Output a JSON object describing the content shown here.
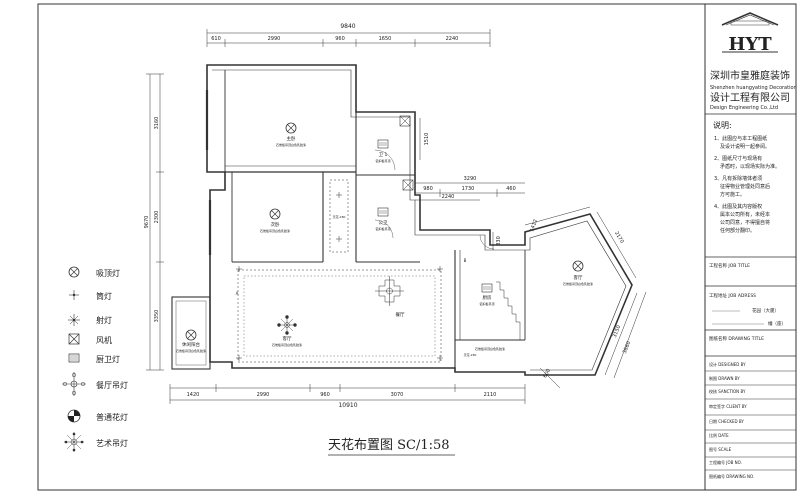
{
  "brand": {
    "logo": "HYT",
    "company_cn_1": "深圳市皇雅庭装饰",
    "company_en_1": "Shenzhen huangyating Decoration",
    "company_cn_2": "设计工程有限公司",
    "company_en_2": "Design Engineering Co.,Ltd"
  },
  "notes": {
    "heading": "说明:",
    "lines": [
      "1、此图应与本工程图纸",
      "及设计说明一起参阅。",
      "2、图纸尺寸与现场有",
      "矛盾时，以现场实际为准。",
      "3、凡有拆除墙体者须",
      "征得物业管理处同意后",
      "方可施工。",
      "4、此图及其内容版权",
      "属本公司所有，未经本",
      "公司同意，不得擅自将",
      "任何部分翻印。"
    ]
  },
  "title_block": {
    "project_title": "工程名称 JOB TITLE",
    "job_address": "工程地址 JOB ADRESS",
    "suffix1": "花园（大厦）",
    "suffix2": "幢（座）",
    "drawing_name": "图纸名称 DRAWING TITLE",
    "rows": [
      "设计 DESIGNED BY",
      "制图 DRAWN BY",
      "校核 SANCTION BY",
      "审定签字 CLIENT BY",
      "日期 CHECKED BY",
      "比例 DATE",
      "图号 SCALE",
      "工程编号 JOB NO.",
      "图纸编号 DRAWING NO."
    ]
  },
  "legend": [
    {
      "icon": "circle-x-icon",
      "label": "吸顶灯"
    },
    {
      "icon": "plus-cross-icon",
      "label": "筒灯"
    },
    {
      "icon": "star-cross-icon",
      "label": "射灯"
    },
    {
      "icon": "box-x-icon",
      "label": "风机"
    },
    {
      "icon": "bath-light-icon",
      "label": "厨卫灯"
    },
    {
      "icon": "dining-chandelier-icon",
      "label": "餐厅吊灯"
    },
    {
      "icon": "half-disk-icon",
      "label": "普通花灯"
    },
    {
      "icon": "art-chandelier-icon",
      "label": "艺术吊灯"
    }
  ],
  "plan": {
    "title": "天花布置图 SC/1:58",
    "top_total": "9840",
    "top_dims": [
      "610",
      "2990",
      "960",
      "1650",
      "2240"
    ],
    "mid_dims": [
      "3290",
      "980",
      "1730",
      "460"
    ],
    "dim_2240": "2240",
    "bottom_total": "10910",
    "bottom_dims": [
      "1420",
      "2990",
      "960",
      "3070",
      "2110"
    ],
    "left_total": "9670",
    "left_dims": [
      "3160",
      "2300",
      "3350"
    ],
    "right_dims": [
      "1510",
      "830",
      "1412",
      "2170",
      "3150",
      "3860",
      "600"
    ],
    "rooms": [
      {
        "name": "主卧",
        "note": "石膏板吊顶白色乳胶漆"
      },
      {
        "name": "次卧",
        "note": "石膏板吊顶白色乳胶漆"
      },
      {
        "name": "卫 1",
        "note": "铝扣板吊顶"
      },
      {
        "name": "公卫",
        "note": "铝扣板吊顶"
      },
      {
        "name": "餐厅",
        "note": ""
      },
      {
        "name": "客厅",
        "note": "石膏板吊顶白色乳胶漆"
      },
      {
        "name": "厨房",
        "note": "铝扣板吊顶"
      },
      {
        "name": "客厅",
        "note": "石膏板吊顶白色乳胶漆"
      },
      {
        "name": "休闲阳台",
        "note": "石膏板吊顶白色乳胶漆"
      }
    ],
    "ceiling_note": "石膏板吊顶白色乳胶漆",
    "level_note": "天花-280",
    "level_note2": "天花-280",
    "small_labels": [
      "A",
      "B"
    ]
  }
}
